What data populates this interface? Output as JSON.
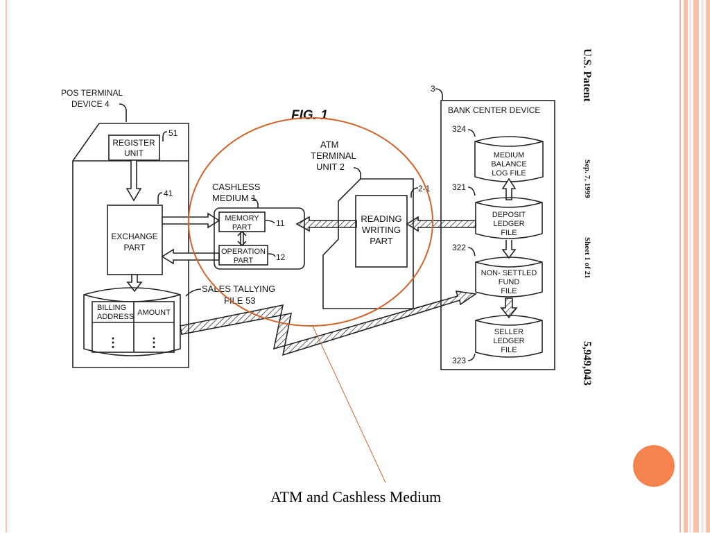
{
  "colors": {
    "accent": "#f4844f",
    "frame_stripe": "#f7c2ab",
    "frame_stripe_light": "#fbe3d8",
    "ink": "#222222",
    "annotation": "#d0642a"
  },
  "diagram": {
    "fig_label": "FIG. 1",
    "patent_side": {
      "patent": "U.S. Patent",
      "date": "Sep. 7, 1999",
      "sheet": "Sheet 1 of 21",
      "number": "5,949,043"
    },
    "pos": {
      "device_l1": "POS TERMINAL",
      "device_l2": "DEVICE 4",
      "register_l1": "REGISTER",
      "register_l2": "UNIT",
      "register_ref": "51",
      "exchange_l1": "EXCHANGE",
      "exchange_l2": "PART",
      "exchange_ref": "41",
      "billing_l1": "BILLING",
      "billing_l2": "ADDRESS",
      "amount": "AMOUNT",
      "dots": "⋮",
      "sales_l1": "SALES TALLYING",
      "sales_l2": "FILE 53"
    },
    "cashless": {
      "label_l1": "CASHLESS",
      "label_l2": "MEDIUM 1",
      "memory_l1": "MEMORY",
      "memory_l2": "PART",
      "memory_ref": "11",
      "operation_l1": "OPERATION",
      "operation_l2": "PART",
      "operation_ref": "12"
    },
    "atm": {
      "label_l1": "ATM",
      "label_l2": "TERMINAL",
      "label_l3": "UNIT 2",
      "reading_l1": "READING",
      "reading_l2": "WRITING",
      "reading_l3": "PART",
      "reading_ref": "2-1"
    },
    "bank": {
      "ref": "3",
      "title": "BANK CENTER DEVICE",
      "log_l1": "MEDIUM",
      "log_l2": "BALANCE",
      "log_l3": "LOG FILE",
      "log_ref": "324",
      "deposit_l1": "DEPOSIT",
      "deposit_l2": "LEDGER",
      "deposit_l3": "FILE",
      "deposit_ref": "321",
      "nonsettled_l1": "NON- SETTLED",
      "nonsettled_l2": "FUND",
      "nonsettled_l3": "FILE",
      "nonsettled_ref": "322",
      "seller_l1": "SELLER",
      "seller_l2": "LEDGER",
      "seller_l3": "FILE",
      "seller_ref": "323"
    }
  },
  "caption": "ATM and Cashless Medium"
}
